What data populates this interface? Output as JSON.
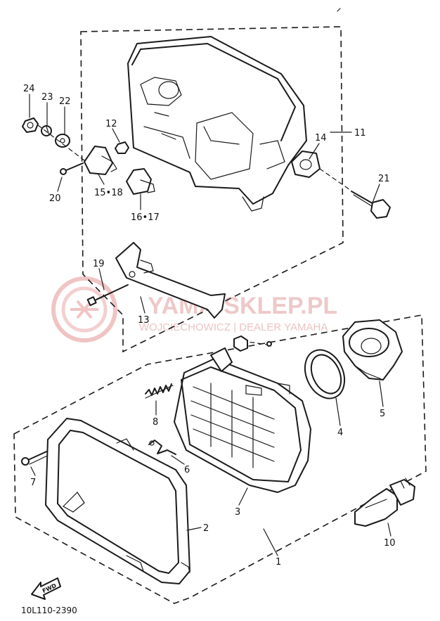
{
  "diagram": {
    "callouts": [
      {
        "id": "p24",
        "label": "24"
      },
      {
        "id": "p23",
        "label": "23"
      },
      {
        "id": "p22",
        "label": "22"
      },
      {
        "id": "p12",
        "label": "12"
      },
      {
        "id": "p14",
        "label": "14"
      },
      {
        "id": "p11",
        "label": "11"
      },
      {
        "id": "p21",
        "label": "21"
      },
      {
        "id": "p20",
        "label": "20"
      },
      {
        "id": "p15",
        "label": "15•18"
      },
      {
        "id": "p16",
        "label": "16•17"
      },
      {
        "id": "p19",
        "label": "19"
      },
      {
        "id": "p13",
        "label": "13"
      },
      {
        "id": "p5",
        "label": "5"
      },
      {
        "id": "p4",
        "label": "4"
      },
      {
        "id": "p8",
        "label": "8"
      },
      {
        "id": "p6",
        "label": "6"
      },
      {
        "id": "p7",
        "label": "7"
      },
      {
        "id": "p3",
        "label": "3"
      },
      {
        "id": "p2",
        "label": "2"
      },
      {
        "id": "p1",
        "label": "1"
      },
      {
        "id": "p10",
        "label": "10"
      }
    ],
    "arrow_label": "FWD",
    "code": "10L110-2390"
  },
  "watermark": {
    "brand": "YAMA-SKLEP.PL",
    "tagline": "WOJCIECHOWICZ | DEALER YAMAHA",
    "color": "#e9b8b8"
  }
}
